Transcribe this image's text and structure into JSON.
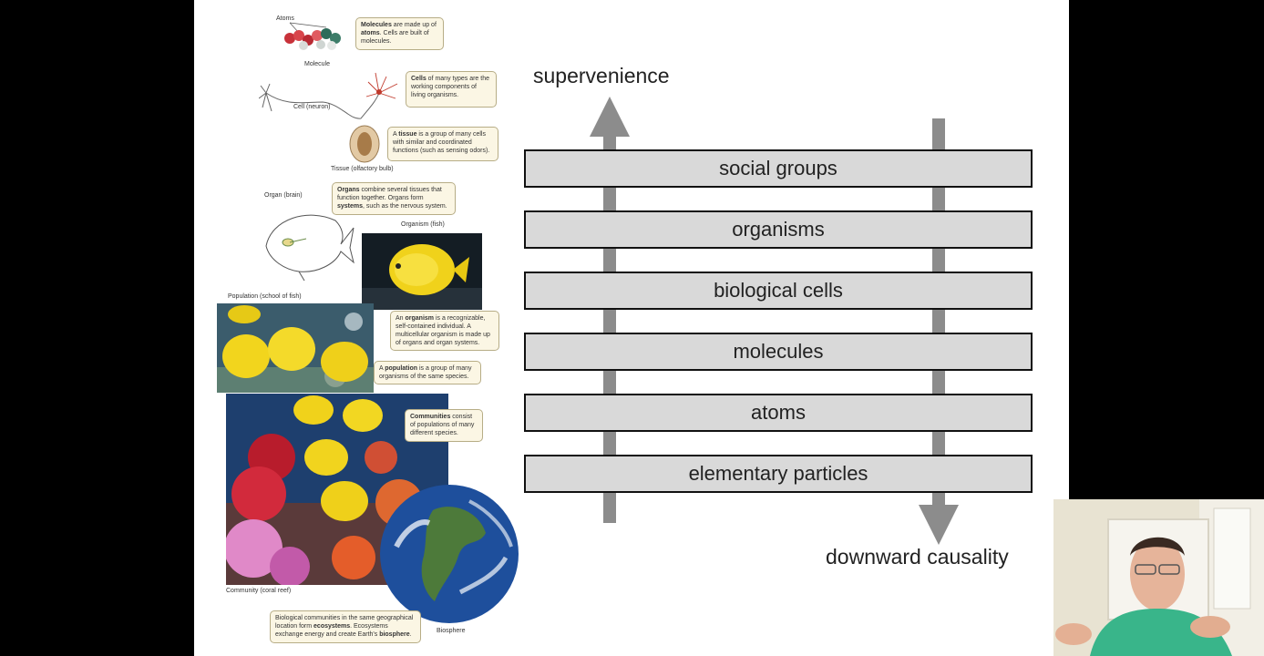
{
  "levels_figure": {
    "captions": {
      "atoms": "Atoms",
      "molecule": "Molecule",
      "cell": "Cell (neuron)",
      "tissue": "Tissue (olfactory bulb)",
      "organ": "Organ (brain)",
      "organism": "Organism (fish)",
      "population": "Population (school of fish)",
      "community": "Community (coral reef)",
      "biosphere": "Biosphere"
    },
    "callouts": {
      "molecules": {
        "bold": "Molecules",
        "pre": "",
        "text": " are made up of ",
        "bold2": "atoms",
        "text2": ". Cells are built of molecules."
      },
      "cells": {
        "bold": "Cells",
        "pre": "",
        "text": " of many types are the working components of living organisms.",
        "bold2": "",
        "text2": ""
      },
      "tissue": {
        "pre": "A ",
        "bold": "tissue",
        "text": " is a group of many cells with similar and coordinated functions (such as sensing odors).",
        "bold2": "",
        "text2": ""
      },
      "organs": {
        "bold": "Organs",
        "pre": "",
        "text": " combine several tissues that function together. Organs form ",
        "bold2": "systems",
        "text2": ", such as the nervous system."
      },
      "organism": {
        "pre": "An ",
        "bold": "organism",
        "text": " is a recognizable, self-contained individual. A multicellular organism is made up of organs and organ systems.",
        "bold2": "",
        "text2": ""
      },
      "population": {
        "pre": "A ",
        "bold": "population",
        "text": " is a group of many organisms of the same species.",
        "bold2": "",
        "text2": ""
      },
      "communities": {
        "bold": "Communities",
        "pre": "",
        "text": " consist of populations of many different species.",
        "bold2": "",
        "text2": ""
      },
      "ecosystems": {
        "pre": "",
        "bold": "ecosystems",
        "text": "Biological communities in the same geographical location form ",
        "bold2": "biosphere",
        "text2": ". Ecosystems exchange energy and create Earth's "
      }
    }
  },
  "diagram": {
    "up_label": "supervenience",
    "down_label": "downward causality",
    "levels": [
      "social groups",
      "organisms",
      "biological cells",
      "molecules",
      "atoms",
      "elementary particles"
    ]
  },
  "colors": {
    "bar_fill": "#d9d9d9",
    "arrow": "#8c8c8c",
    "callout_bg": "#fbf6e4"
  }
}
